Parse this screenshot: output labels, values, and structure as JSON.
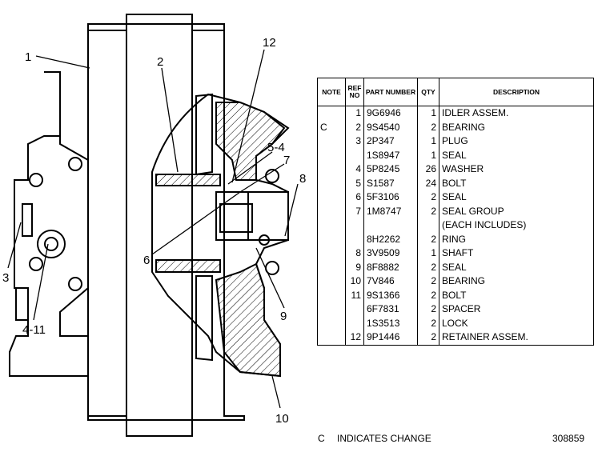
{
  "callouts": [
    "1",
    "2",
    "3",
    "4-11",
    "5-4",
    "6",
    "7",
    "8",
    "9",
    "10",
    "12"
  ],
  "table": {
    "headers": {
      "note": "NOTE",
      "ref_no": "REF NO",
      "part_number": "PART NUMBER",
      "qty": "QTY",
      "description": "DESCRIPTION"
    },
    "rows": [
      {
        "note": "",
        "ref": "1",
        "part": "9G6946",
        "qty": "1",
        "desc": "IDLER ASSEM.",
        "indent": 0
      },
      {
        "note": "C",
        "ref": "2",
        "part": "9S4540",
        "qty": "2",
        "desc": "BEARING",
        "indent": 1
      },
      {
        "note": "",
        "ref": "3",
        "part": "2P347",
        "qty": "1",
        "desc": "PLUG",
        "indent": 0
      },
      {
        "note": "",
        "ref": "",
        "part": "1S8947",
        "qty": "1",
        "desc": "SEAL",
        "indent": 0
      },
      {
        "note": "",
        "ref": "4",
        "part": "5P8245",
        "qty": "26",
        "desc": "WASHER",
        "indent": 0
      },
      {
        "note": "",
        "ref": "5",
        "part": "S1587",
        "qty": "24",
        "desc": "BOLT",
        "indent": 0
      },
      {
        "note": "",
        "ref": "6",
        "part": "5F3106",
        "qty": "2",
        "desc": "SEAL",
        "indent": 0
      },
      {
        "note": "",
        "ref": "7",
        "part": "1M8747",
        "qty": "2",
        "desc": "SEAL GROUP",
        "indent": 0
      },
      {
        "note": "",
        "ref": "",
        "part": "",
        "qty": "",
        "desc": "(EACH INCLUDES)",
        "indent": 2
      },
      {
        "note": "",
        "ref": "",
        "part": "8H2262",
        "qty": "2",
        "desc": "RING",
        "indent": 2
      },
      {
        "note": "",
        "ref": "8",
        "part": "3V9509",
        "qty": "1",
        "desc": "SHAFT",
        "indent": 0
      },
      {
        "note": "",
        "ref": "9",
        "part": "8F8882",
        "qty": "2",
        "desc": "SEAL",
        "indent": 0
      },
      {
        "note": "",
        "ref": "10",
        "part": "7V846",
        "qty": "2",
        "desc": "BEARING",
        "indent": 0
      },
      {
        "note": "",
        "ref": "11",
        "part": "9S1366",
        "qty": "2",
        "desc": "BOLT",
        "indent": 0
      },
      {
        "note": "",
        "ref": "",
        "part": "6F7831",
        "qty": "2",
        "desc": "SPACER",
        "indent": 0
      },
      {
        "note": "",
        "ref": "",
        "part": "1S3513",
        "qty": "2",
        "desc": "LOCK",
        "indent": 0
      },
      {
        "note": "",
        "ref": "12",
        "part": "9P1446",
        "qty": "2",
        "desc": "RETAINER ASSEM.",
        "indent": 0
      }
    ]
  },
  "footer": {
    "note_letter": "C",
    "note_text": "INDICATES CHANGE",
    "figure_number": "308859"
  }
}
